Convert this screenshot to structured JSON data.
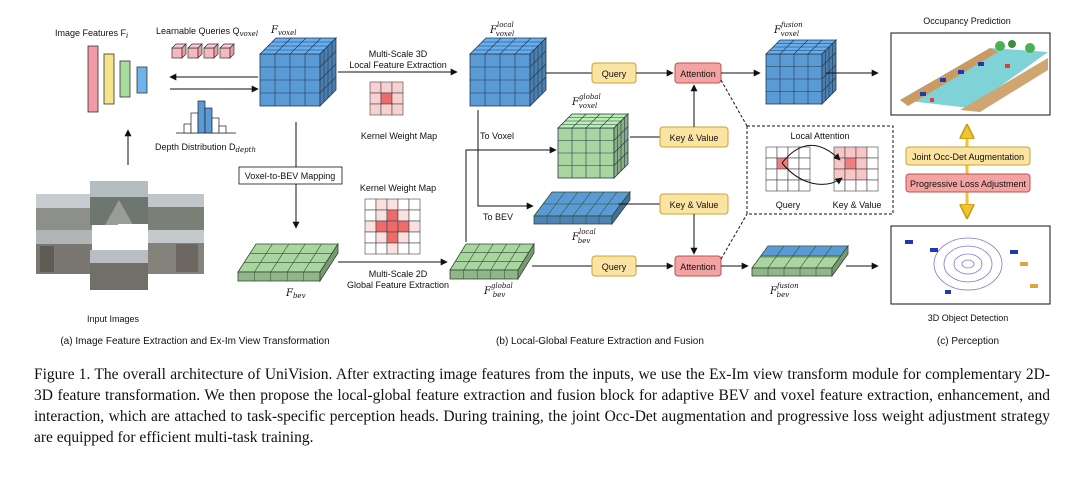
{
  "figure": {
    "labels": {
      "image_features": "Image Features F",
      "image_features_sub": "i",
      "learnable_queries": "Learnable Queries Q",
      "learnable_queries_sub": "voxel",
      "depth_distribution": "Depth Distribution D",
      "depth_distribution_sub": "depth",
      "input_images": "Input Images",
      "f_voxel": "F",
      "f_voxel_sub": "voxel",
      "f_bev": "F",
      "f_bev_sub": "bev",
      "voxel_to_bev": "Voxel-to-BEV Mapping",
      "ms3d_line1": "Multi-Scale 3D",
      "ms3d_line2": "Local Feature Extraction",
      "kernel_weight_map_top": "Kernel Weight Map",
      "kernel_weight_map_bottom": "Kernel Weight Map",
      "ms2d_line1": "Multi-Scale 2D",
      "ms2d_line2": "Global Feature Extraction",
      "f_voxel_local": "F",
      "f_voxel_local_sup": "local",
      "f_voxel_local_sub": "voxel",
      "f_voxel_global": "F",
      "f_voxel_global_sup": "global",
      "f_voxel_global_sub": "voxel",
      "f_bev_local": "F",
      "f_bev_local_sup": "local",
      "f_bev_local_sub": "bev",
      "f_bev_global": "F",
      "f_bev_global_sup": "global",
      "f_bev_global_sub": "bev",
      "to_voxel": "To Voxel",
      "to_bev": "To BEV",
      "query_top": "Query",
      "query_bottom": "Query",
      "attention_top": "Attention",
      "attention_bottom": "Attention",
      "kv_top": "Key & Value",
      "kv_bottom": "Key & Value",
      "f_voxel_fusion": "F",
      "f_voxel_fusion_sup": "fusion",
      "f_voxel_fusion_sub": "voxel",
      "f_bev_fusion": "F",
      "f_bev_fusion_sup": "fusion",
      "f_bev_fusion_sub": "bev",
      "local_attention": "Local Attention",
      "local_query": "Query",
      "local_kv": "Key & Value",
      "occupancy_prediction": "Occupancy Prediction",
      "joint_aug": "Joint Occ-Det Augmentation",
      "progressive_loss": "Progressive Loss Adjustment",
      "object_detection": "3D Object Detection"
    },
    "sections": {
      "a": "(a) Image Feature Extraction and Ex-Im View Transformation",
      "b": "(b) Local-Global Feature Extraction and Fusion",
      "c": "(c) Perception"
    },
    "colors": {
      "voxel_blue": "#5b9bd5",
      "bev_green": "#a9d5a0",
      "query_box": "#fbe3a3",
      "attention_box": "#f4a3a3",
      "kernel_red": "#f28b8b",
      "pyramid": [
        "#f49aa5",
        "#f7e38a",
        "#a8dc9c",
        "#6fb3e8"
      ]
    }
  },
  "caption": "Figure 1. The overall architecture of UniVision. After extracting image features from the inputs, we use the Ex-Im view transform module for complementary 2D-3D feature transformation. We then propose the local-global feature extraction and fusion block for adaptive BEV and voxel feature extraction, enhancement, and interaction, which are attached to task-specific perception heads. During training, the joint Occ-Det augmentation and progressive loss weight adjustment strategy are equipped for efficient multi-task training."
}
